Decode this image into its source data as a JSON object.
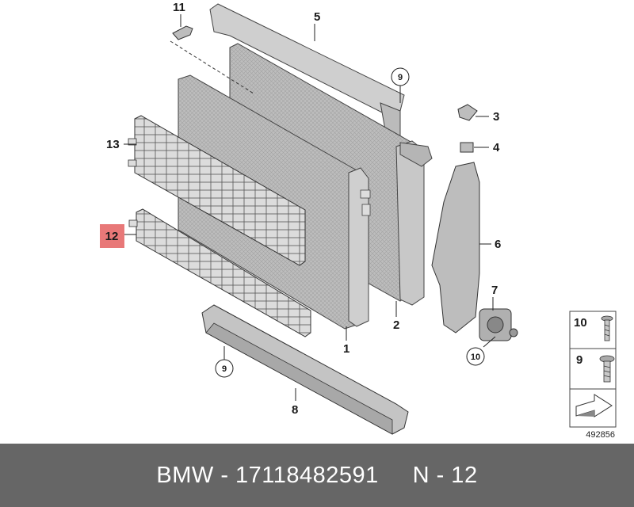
{
  "diagram": {
    "callouts": [
      "11",
      "5",
      "9",
      "3",
      "4",
      "13",
      "6",
      "7",
      "12",
      "2",
      "1",
      "10",
      "9",
      "8"
    ],
    "highlight_color": "#e87878",
    "legend": {
      "items": [
        "10",
        "9"
      ]
    },
    "diagram_number": "492856"
  },
  "footer": {
    "text": "BMW - 17118482591     N - 12",
    "background": "#666666"
  }
}
